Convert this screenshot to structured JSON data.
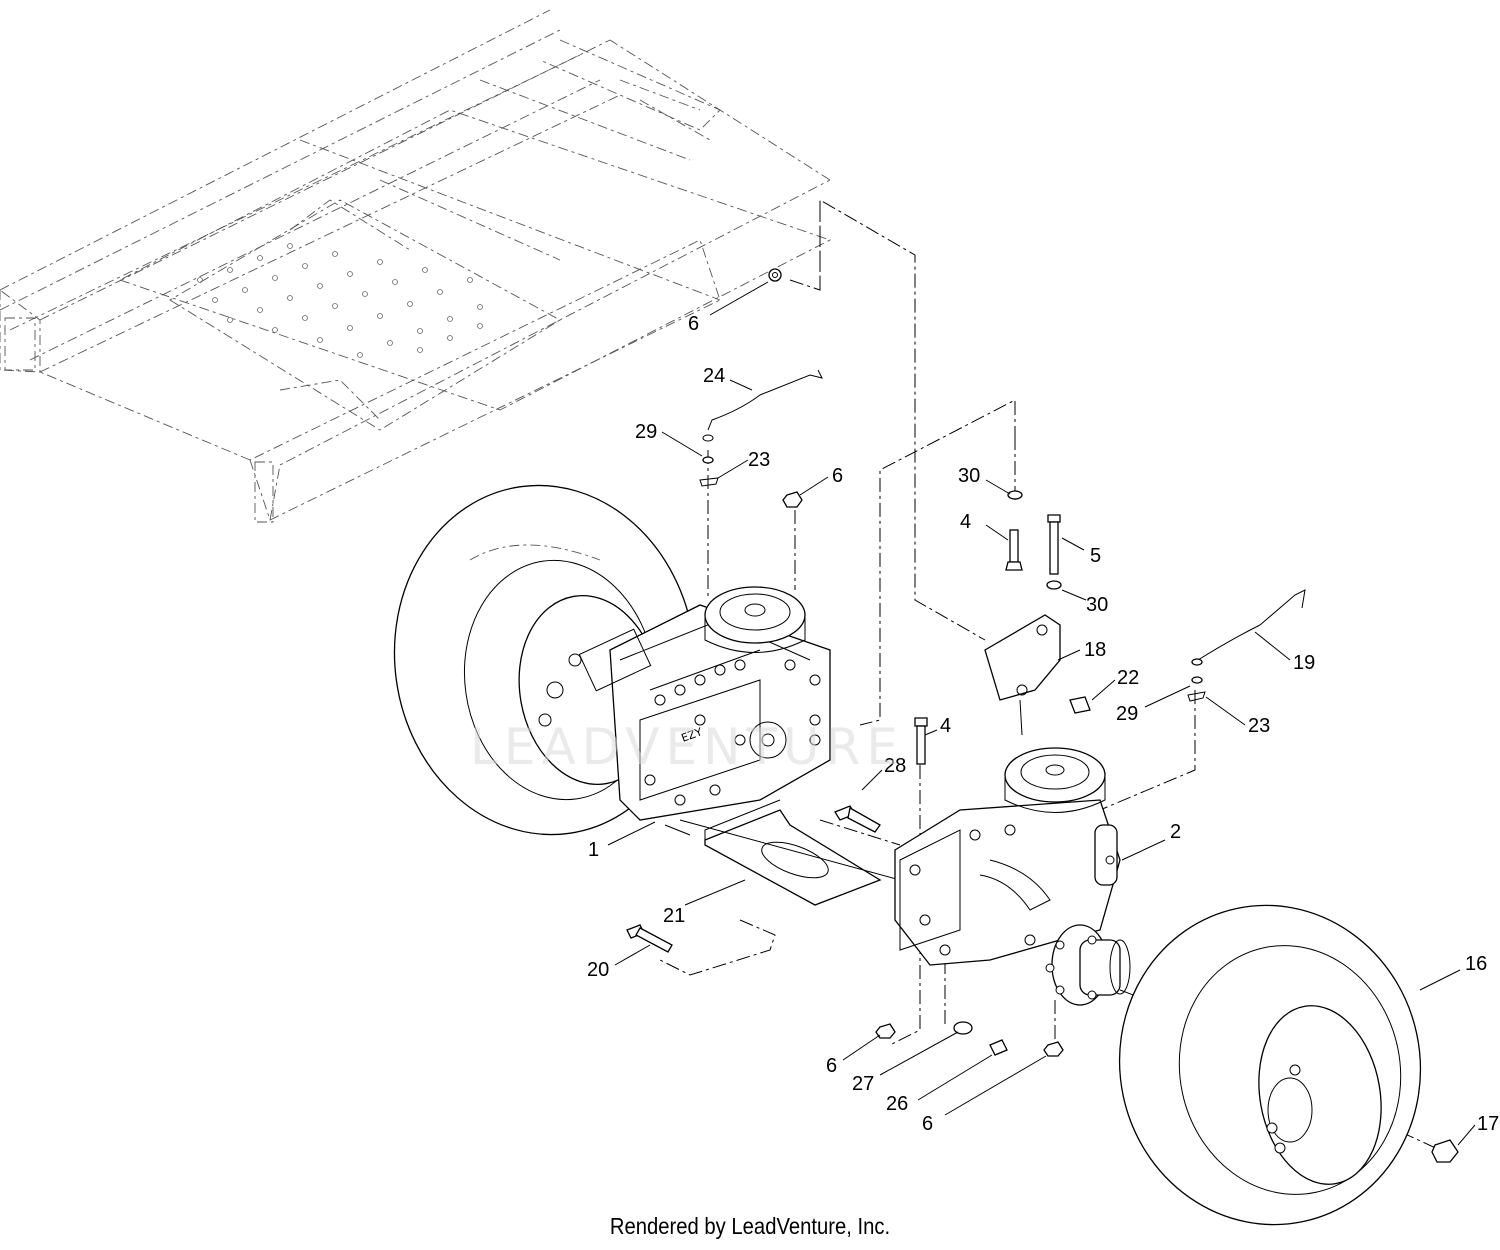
{
  "diagram": {
    "callouts": [
      {
        "id": "c6a",
        "label": "6"
      },
      {
        "id": "c24",
        "label": "24"
      },
      {
        "id": "c29a",
        "label": "29"
      },
      {
        "id": "c23a",
        "label": "23"
      },
      {
        "id": "c6b",
        "label": "6"
      },
      {
        "id": "c30a",
        "label": "30"
      },
      {
        "id": "c4a",
        "label": "4"
      },
      {
        "id": "c5",
        "label": "5"
      },
      {
        "id": "c30b",
        "label": "30"
      },
      {
        "id": "c18",
        "label": "18"
      },
      {
        "id": "c19",
        "label": "19"
      },
      {
        "id": "c22",
        "label": "22"
      },
      {
        "id": "c29b",
        "label": "29"
      },
      {
        "id": "c23b",
        "label": "23"
      },
      {
        "id": "c4b",
        "label": "4"
      },
      {
        "id": "c28",
        "label": "28"
      },
      {
        "id": "c2",
        "label": "2"
      },
      {
        "id": "c1",
        "label": "1"
      },
      {
        "id": "c21",
        "label": "21"
      },
      {
        "id": "c20",
        "label": "20"
      },
      {
        "id": "c16",
        "label": "16"
      },
      {
        "id": "c6c",
        "label": "6"
      },
      {
        "id": "c27",
        "label": "27"
      },
      {
        "id": "c26",
        "label": "26"
      },
      {
        "id": "c6d",
        "label": "6"
      },
      {
        "id": "c17",
        "label": "17"
      }
    ],
    "watermark": "LEADVENTURE",
    "footer": "Rendered by LeadVenture, Inc."
  },
  "colors": {
    "line": "#000000",
    "background": "#ffffff",
    "watermark": "#d9d9d9"
  }
}
